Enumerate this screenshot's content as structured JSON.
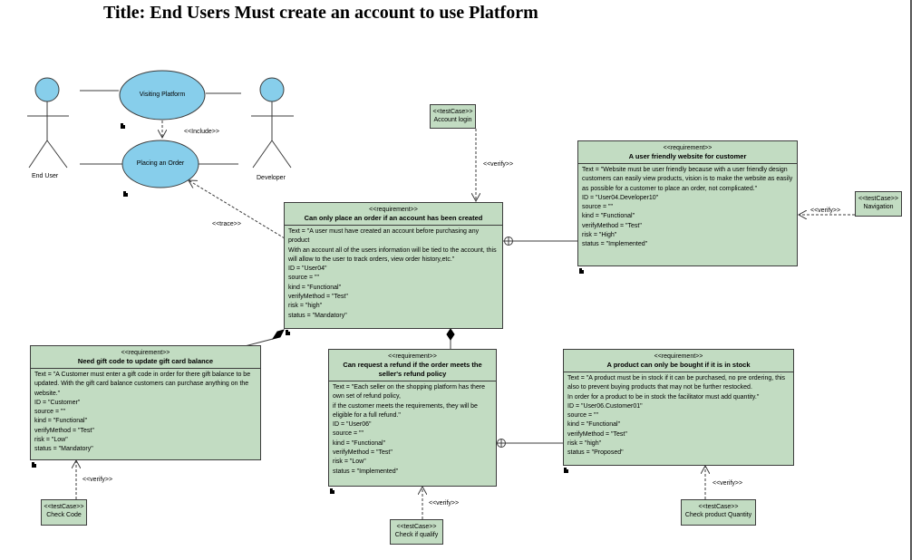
{
  "title": "Title: End Users Must create an account to use Platform",
  "actors": [
    {
      "id": "end-user",
      "label": "End User"
    },
    {
      "id": "developer",
      "label": "Developer"
    }
  ],
  "use_cases": [
    {
      "id": "visiting-platform",
      "label": "Visiting Platform"
    },
    {
      "id": "placing-order",
      "label": "Placing an Order"
    }
  ],
  "connector_labels": {
    "include": "<<Include>>",
    "trace": "<<trace>>",
    "verify": "<<verify>>"
  },
  "requirements": [
    {
      "id": "account",
      "stereotype": "<<requirement>>",
      "name": "Can only place an order if an account has been created",
      "attributes": [
        "Text = \"A user must have created an account before purchasing any product",
        "With an account all of the users information will be tied to the account, this will allow to the user to track orders, view order history,etc.\"",
        "ID = \"User04\"",
        "source = \"\"",
        "kind = \"Functional\"",
        "verifyMethod = \"Test\"",
        "risk = \"high\"",
        "status = \"Mandatory\""
      ]
    },
    {
      "id": "friendly",
      "stereotype": "<<requirement>>",
      "name": "A user friendly website for customer",
      "attributes": [
        "Text = \"Website must be user friendly because with a user friendly design customers can easily view products, vision is to make the website as easily as possible for a customer to place an order, not complicated.\"",
        "ID = \"User04.Developer10\"",
        "source = \"\"",
        "kind = \"Functional\"",
        "verifyMethod = \"Test\"",
        "risk = \"High\"",
        "status = \"Implemented\""
      ]
    },
    {
      "id": "giftcard",
      "stereotype": "<<requirement>>",
      "name": "Need gift code to update gift card balance",
      "attributes": [
        "Text = \"A Customer must enter a gift code in order for there gift balance to be updated. With the gift card balance customers can purchase anything on the website.\"",
        "ID = \"Customer\"",
        "source = \"\"",
        "kind = \"Functional\"",
        "verifyMethod = \"Test\"",
        "risk = \"Low\"",
        "status = \"Mandatory\""
      ]
    },
    {
      "id": "refund",
      "stereotype": "<<requirement>>",
      "name": "Can request a refund if the order meets the seller's refund policy",
      "attributes": [
        "Text = \"Each seller on the shopping platform has there own set of refund policy,",
        "if the customer meets the requirements, they will be eligible for a full refund.\"",
        "ID = \"User06\"",
        "source = \"\"",
        "kind = \"Functional\"",
        "verifyMethod = \"Test\"",
        "risk = \"Low\"",
        "status = \"Implemented\""
      ]
    },
    {
      "id": "stock",
      "stereotype": "<<requirement>>",
      "name": "A product can only be bought if it is in stock",
      "attributes": [
        "Text = \"A product must be in stock if it can be purchased, no pre ordering, this also to prevent buying products that may not be further restocked.",
        "In order for a product to be in stock the facilitator must add quantity.\"",
        "ID = \"User06.Customer01\"",
        "source = \"\"",
        "kind = \"Functional\"",
        "verifyMethod = \"Test\"",
        "risk = \"high\"",
        "status = \"Proposed\""
      ]
    }
  ],
  "test_cases": [
    {
      "id": "account-login",
      "stereotype": "<<testCase>>",
      "name": "Account login"
    },
    {
      "id": "navigation",
      "stereotype": "<<testCase>>",
      "name": "Navigation"
    },
    {
      "id": "check-code",
      "stereotype": "<<testCase>>",
      "name": "Check Code"
    },
    {
      "id": "check-qualify",
      "stereotype": "<<testCase>>",
      "name": "Check if qualify"
    },
    {
      "id": "check-quantity",
      "stereotype": "<<testCase>>",
      "name": "Check product Quantity"
    }
  ],
  "colors": {
    "element_fill": "#c2dcc2",
    "use_case_fill": "#87ceeb",
    "actor_head_fill": "#87ceeb",
    "line": "#3c3c3c"
  }
}
